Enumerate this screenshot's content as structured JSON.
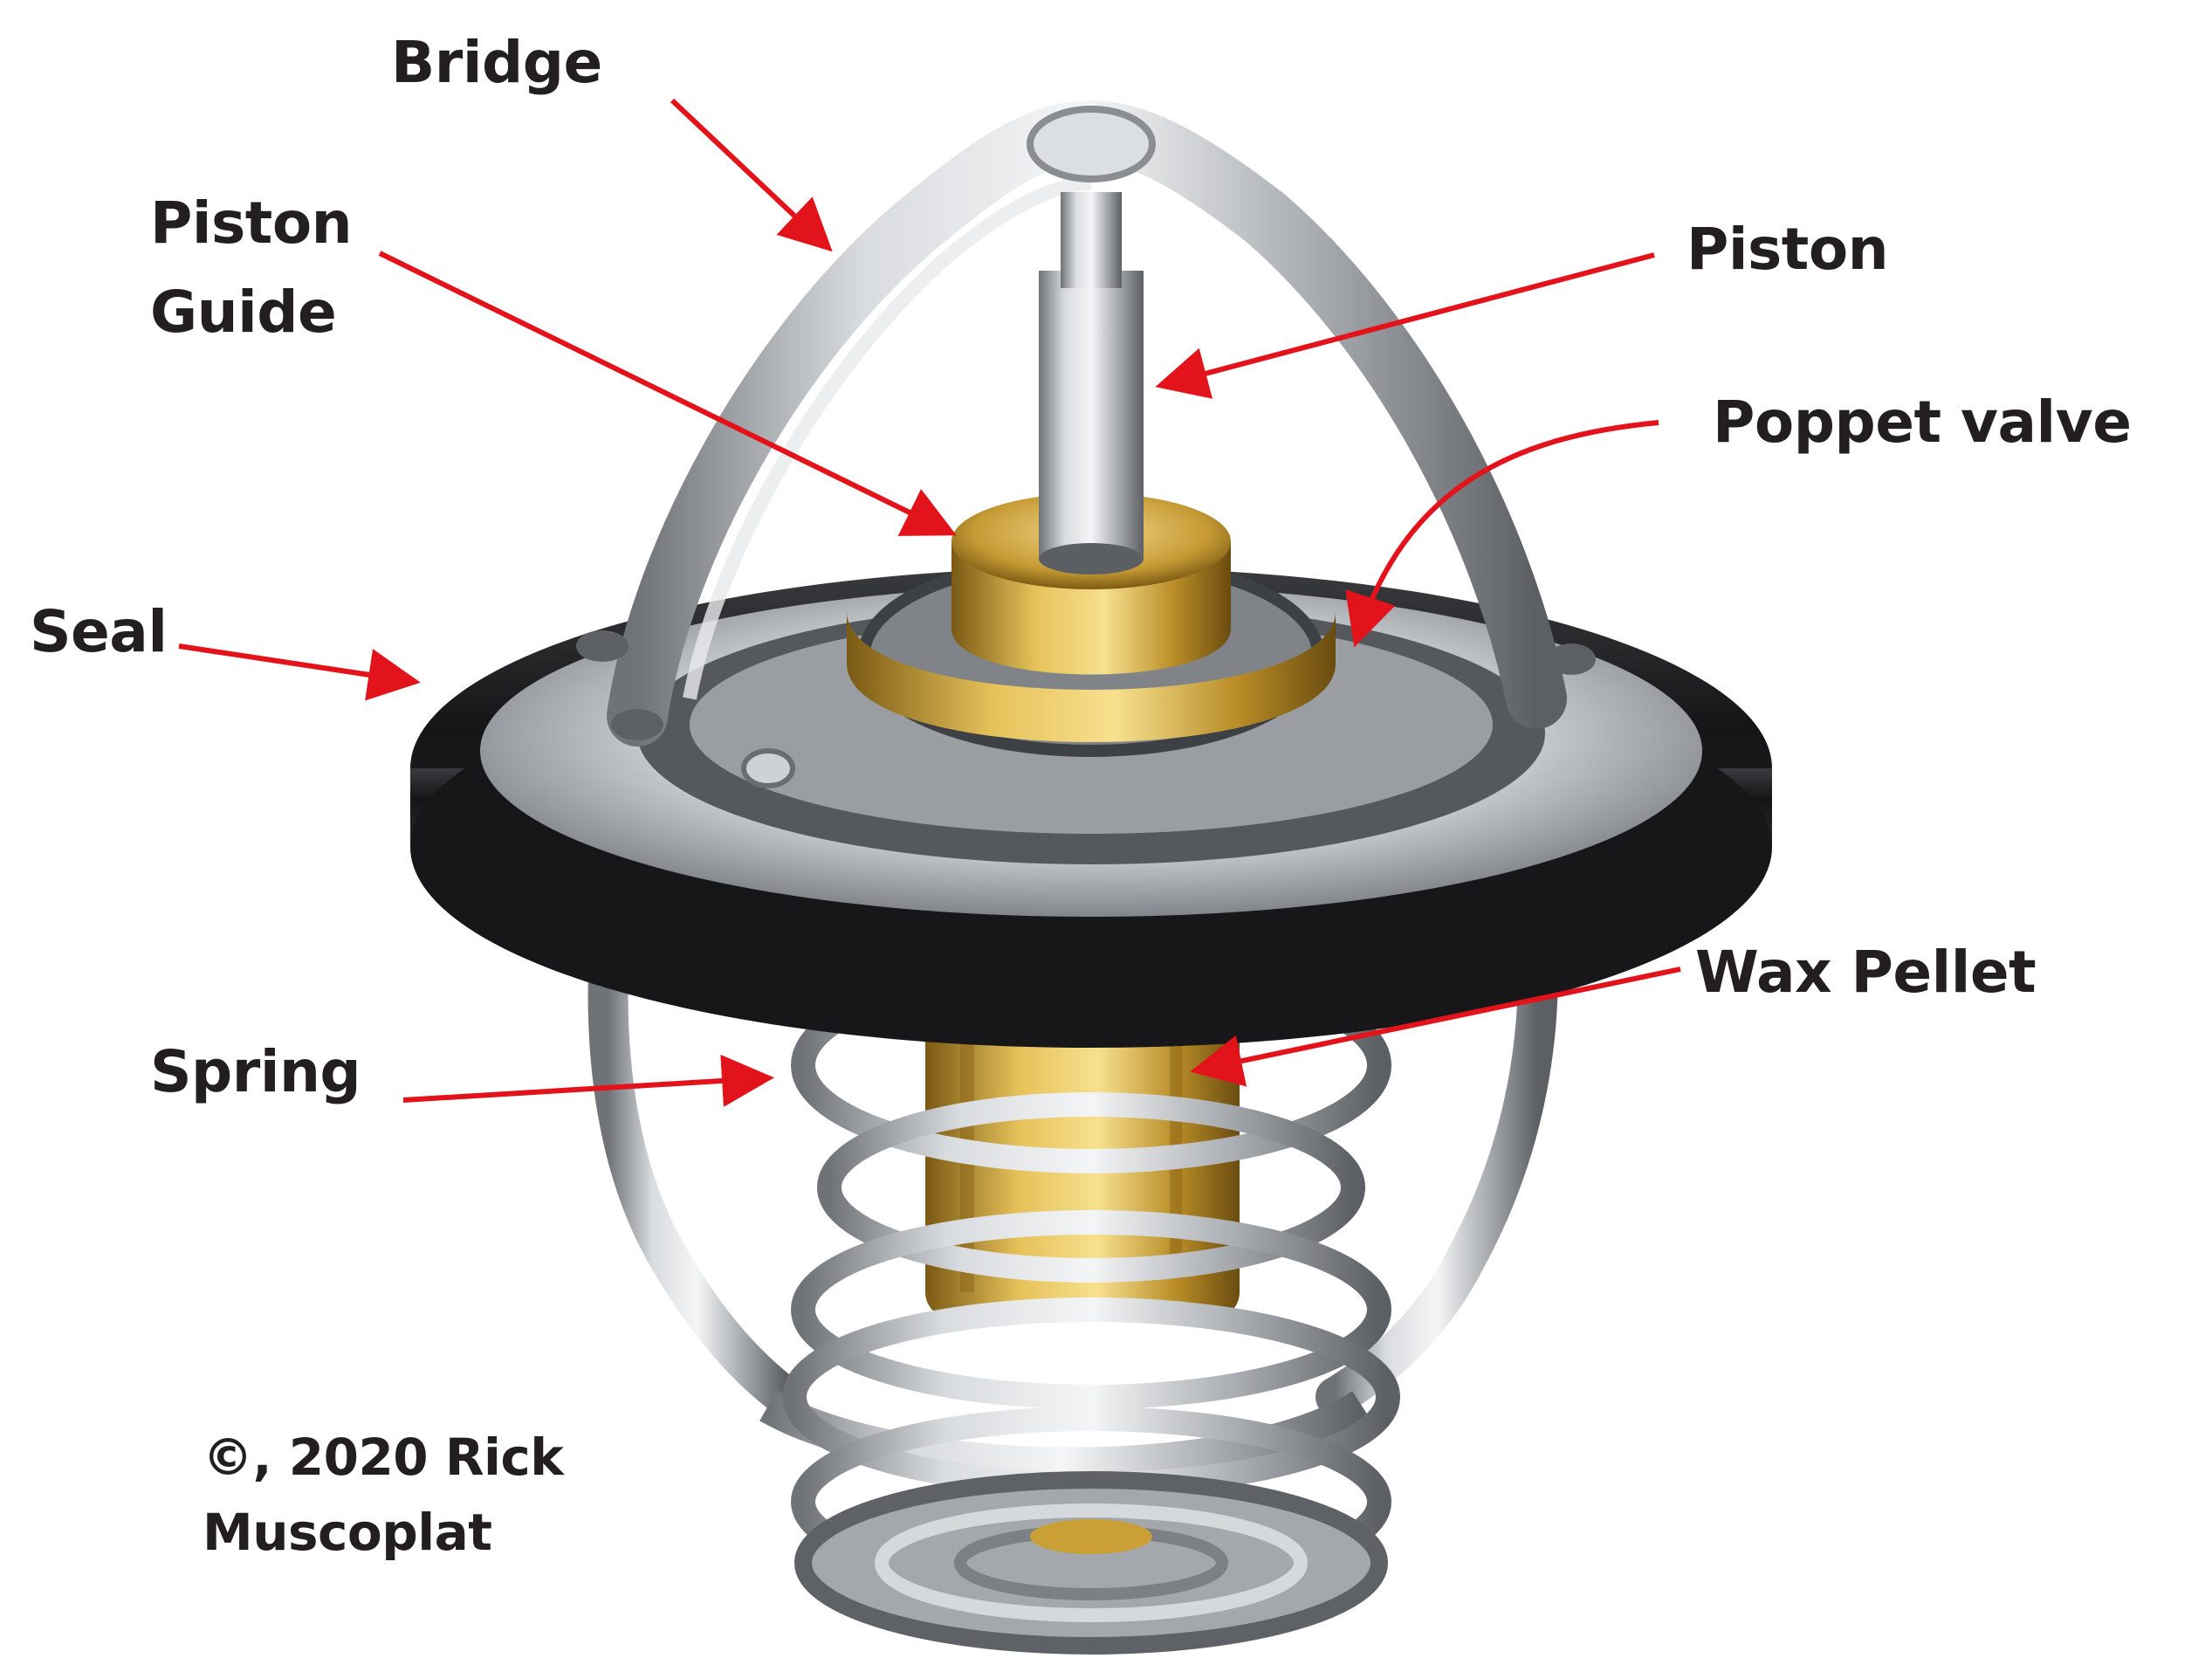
{
  "labels": {
    "bridge": "Bridge",
    "piston_guide_line1": "Piston",
    "piston_guide_line2": "Guide",
    "piston": "Piston",
    "poppet_valve": "Poppet valve",
    "seal": "Seal",
    "wax_pellet": "Wax Pellet",
    "spring": "Spring"
  },
  "copyright": {
    "line1": "©, 2020 Rick",
    "line2": "Muscoplat"
  },
  "colors": {
    "arrow": "#e3131b",
    "label_text": "#231f20",
    "brass": "#c9a43c",
    "steel": "#b9bcbf",
    "seal_rubber": "#1b1b1d"
  },
  "icons": [
    "arrow-icon"
  ]
}
